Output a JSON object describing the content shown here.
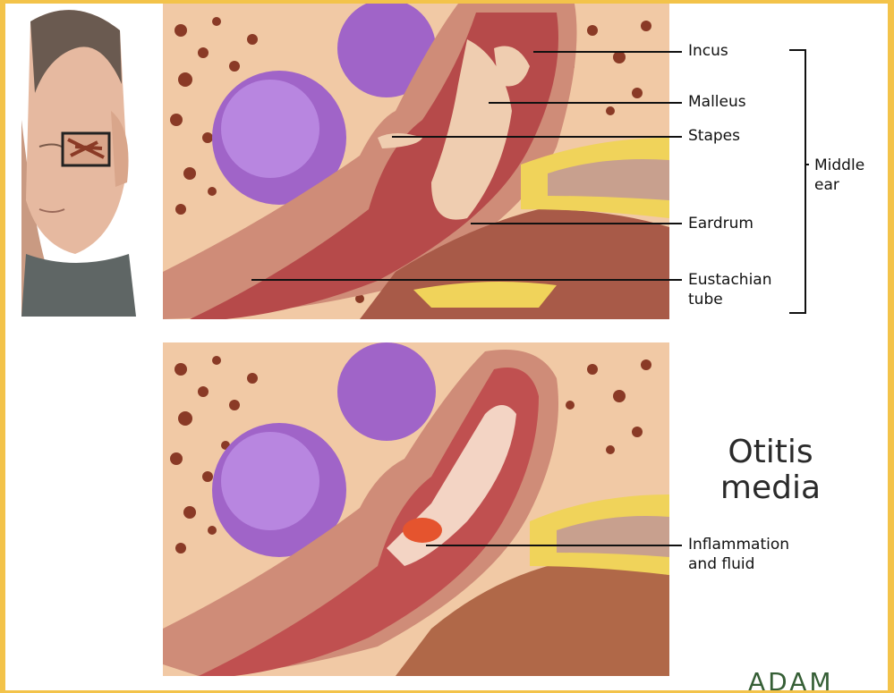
{
  "colors": {
    "border": "#f3c34a",
    "tissue": "#f1c9a5",
    "bone_pore": "#8a3a26",
    "gland": "#b07ad6",
    "canal": "#b64a4a",
    "ossicle": "#efcdb0",
    "cartilage": "#f0d35a"
  },
  "labels": {
    "incus": "Incus",
    "malleus": "Malleus",
    "stapes": "Stapes",
    "eardrum": "Eardrum",
    "eustachian": "Eustachian tube",
    "middle_ear": "Middle ear",
    "inflammation": "Inflammation and fluid"
  },
  "title": "Otitis media",
  "logo_text": "ADAM"
}
